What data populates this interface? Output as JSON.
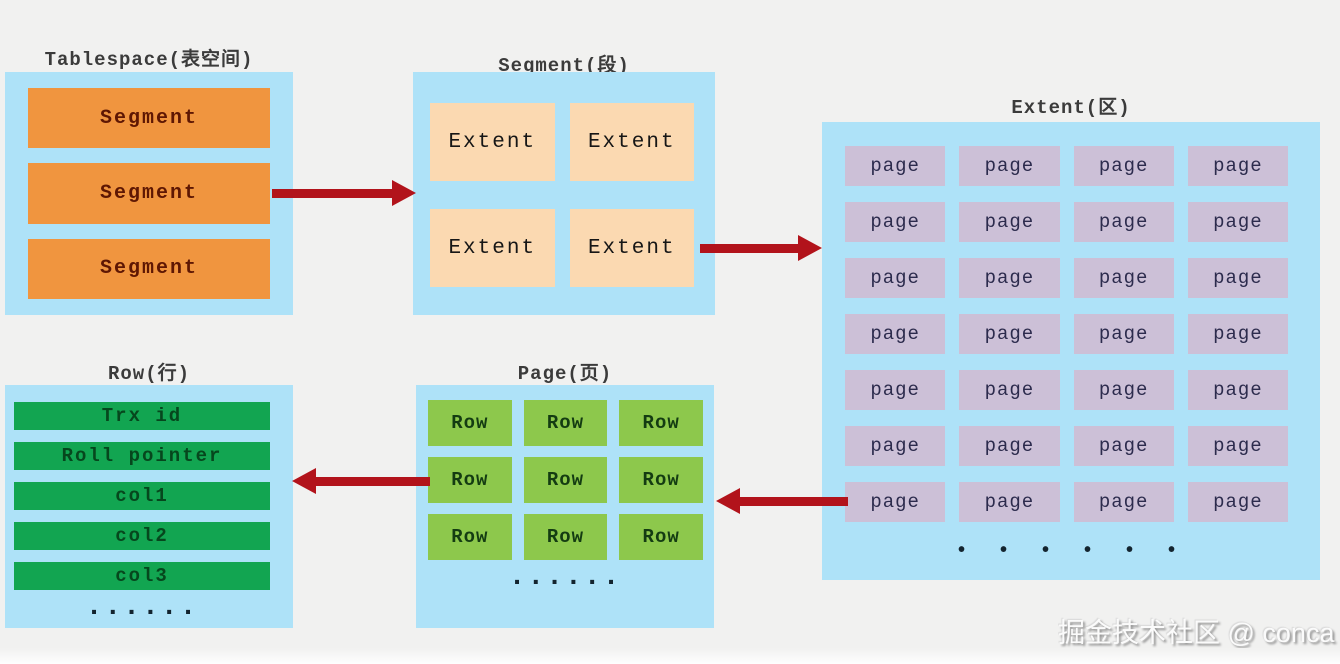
{
  "colors": {
    "background": "#f1f1f0",
    "container_blue": "#aee2f8",
    "segment_orange": "#f0953f",
    "segment_text": "#5e1703",
    "extent_peach": "#fbd9b1",
    "page_lavender": "#ccc0d7",
    "page_text": "#2c2b4d",
    "row_green": "#8dc84c",
    "field_emerald": "#12a551",
    "arrow_red": "#b2131b",
    "title_text": "#3b3b3b"
  },
  "tablespace": {
    "title": "Tablespace(表空间)",
    "segments": [
      "Segment",
      "Segment",
      "Segment"
    ]
  },
  "segment": {
    "title": "Segment(段)",
    "extents": [
      "Extent",
      "Extent",
      "Extent",
      "Extent"
    ]
  },
  "extent": {
    "title": "Extent(区)",
    "pages": [
      "page",
      "page",
      "page",
      "page",
      "page",
      "page",
      "page",
      "page",
      "page",
      "page",
      "page",
      "page",
      "page",
      "page",
      "page",
      "page",
      "page",
      "page",
      "page",
      "page",
      "page",
      "page",
      "page",
      "page",
      "page",
      "page",
      "page",
      "page"
    ],
    "dots": "• • • • • •"
  },
  "page": {
    "title": "Page(页)",
    "rows": [
      "Row",
      "Row",
      "Row",
      "Row",
      "Row",
      "Row",
      "Row",
      "Row",
      "Row"
    ],
    "dots": "......"
  },
  "row": {
    "title": "Row(行)",
    "fields": [
      "Trx id",
      "Roll pointer",
      "col1",
      "col2",
      "col3"
    ],
    "dots": "......"
  },
  "watermark": {
    "text": "掘金技术社区 @ conca"
  }
}
